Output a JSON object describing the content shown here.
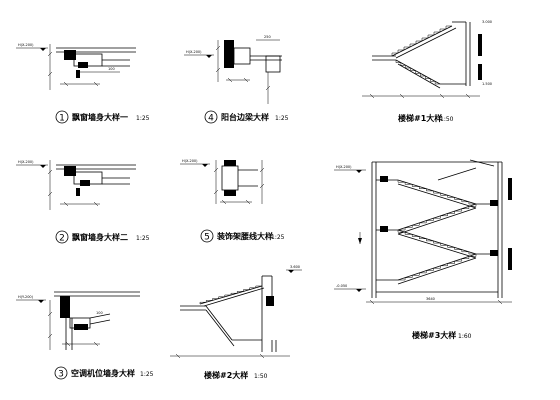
{
  "details": [
    {
      "id": "d1",
      "number": "1",
      "title": "飘窗墙身大样一",
      "scale": "1:25"
    },
    {
      "id": "d2",
      "number": "2",
      "title": "飘窗墙身大样二",
      "scale": "1:25"
    },
    {
      "id": "d3",
      "number": "3",
      "title": "空调机位墙身大样",
      "scale": "1:25"
    },
    {
      "id": "d4",
      "number": "4",
      "title": "阳台边梁大样",
      "scale": "1:25"
    },
    {
      "id": "d5",
      "number": "5",
      "title": "装饰架腰线大样",
      "scale": "1:25"
    }
  ],
  "stairs": [
    {
      "id": "s1",
      "title": "楼梯#1大样",
      "scale": "1:50"
    },
    {
      "id": "s2",
      "title": "楼梯#2大样",
      "scale": "1:50"
    },
    {
      "id": "s3",
      "title": "楼梯#3大样",
      "scale": "1:60"
    }
  ],
  "level_marks": {
    "d1": "H(X-200)",
    "d2": "H(X-200)",
    "d3": "H(Y-200)",
    "d4": "H(X-200)",
    "d5": "H(X-200)",
    "s3_top": "H(X-200)",
    "s3_bottom": "-0.050",
    "s2_top": "3.600"
  }
}
